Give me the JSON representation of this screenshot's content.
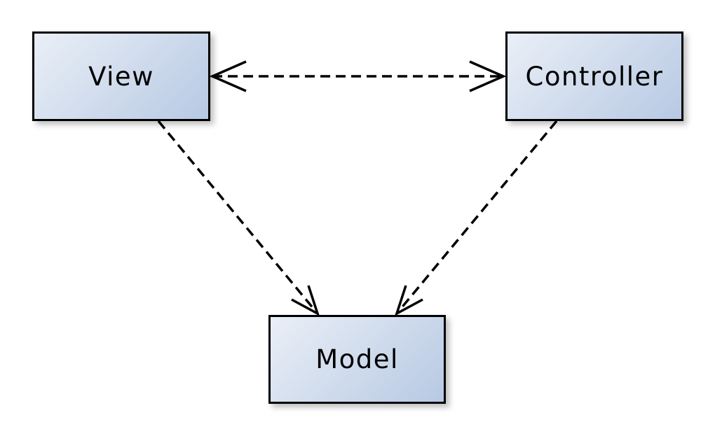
{
  "diagram": {
    "nodes": [
      {
        "id": "view",
        "label": "View"
      },
      {
        "id": "controller",
        "label": "Controller"
      },
      {
        "id": "model",
        "label": "Model"
      }
    ],
    "edges": [
      {
        "from": "view",
        "to": "controller",
        "style": "dashed",
        "direction": "bidirectional"
      },
      {
        "from": "view",
        "to": "model",
        "style": "dashed",
        "direction": "forward"
      },
      {
        "from": "controller",
        "to": "model",
        "style": "dashed",
        "direction": "forward"
      }
    ],
    "colors": {
      "node_fill_light": "#eaeff7",
      "node_fill_dark": "#b7c9e3",
      "node_border": "#000000",
      "arrow": "#000000",
      "background": "#ffffff"
    }
  }
}
